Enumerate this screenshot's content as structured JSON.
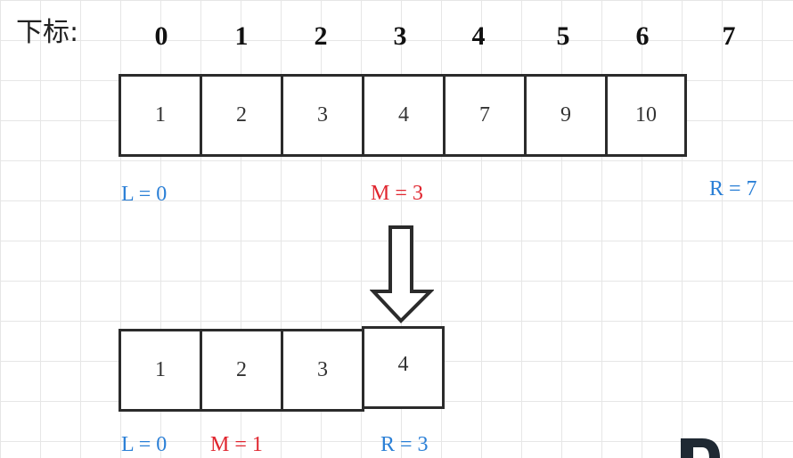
{
  "index_label": "下标:",
  "indices": [
    "0",
    "1",
    "2",
    "3",
    "4",
    "5",
    "6",
    "7"
  ],
  "top_array": [
    "1",
    "2",
    "3",
    "4",
    "7",
    "9",
    "10"
  ],
  "top_pointers": {
    "left": "L = 0",
    "mid": "M = 3",
    "right": "R = 7"
  },
  "bottom_array": [
    "1",
    "2",
    "3",
    "4"
  ],
  "bottom_pointers": {
    "left": "L = 0",
    "mid": "M = 1",
    "right": "R = 3"
  },
  "colors": {
    "left_right_pointer": "#2a7fd6",
    "mid_pointer": "#e0262f",
    "cell_border": "#2b2b2b",
    "grid": "#e6e6e6"
  },
  "icons": {
    "transition": "down-arrow-icon",
    "corner": "logo-icon"
  }
}
